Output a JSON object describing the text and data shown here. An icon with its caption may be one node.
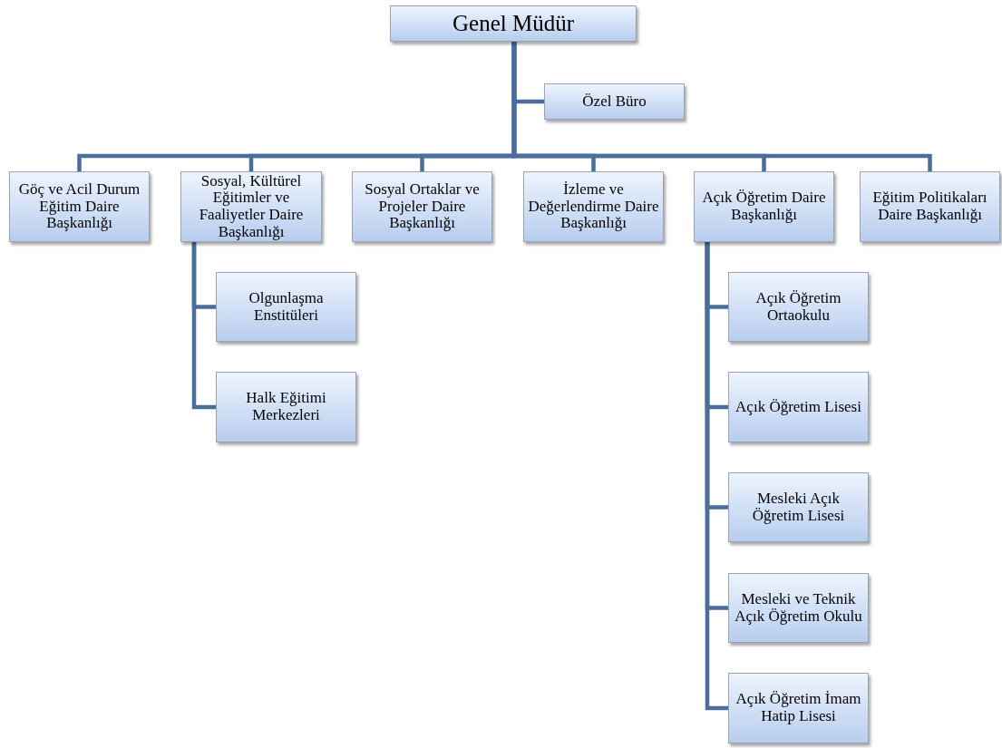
{
  "diagram": {
    "nodes": [
      {
        "text": [
          "Genel Müdür"
        ]
      },
      {
        "text": [
          "Özel Büro"
        ]
      },
      {
        "text": [
          "Göç ve Acil Durum Eğitim Daire Başkanlığı"
        ]
      },
      {
        "text": [
          "Sosyal, Kültürel Eğitimler ve Faaliyetler Daire Başkanlığı"
        ]
      },
      {
        "text": [
          "Sosyal Ortaklar ve Projeler Daire Başkanlığı"
        ]
      },
      {
        "text": [
          "İzleme ve Değerlendirme Daire Başkanlığı"
        ]
      },
      {
        "text": [
          "Açık Öğretim Daire Başkanlığı"
        ]
      },
      {
        "text": [
          "Eğitim Politikaları Daire Başkanlığı"
        ]
      },
      {
        "text": [
          "Olgunlaşma Enstitüleri"
        ]
      },
      {
        "text": [
          "Halk Eğitimi Merkezleri"
        ]
      },
      {
        "text": [
          "Açık Öğretim Ortaokulu"
        ]
      },
      {
        "text": [
          "Açık Öğretim Lisesi"
        ]
      },
      {
        "text": [
          "Mesleki Açık Öğretim Lisesi"
        ]
      },
      {
        "text": [
          "Mesleki ve Teknik Açık Öğretim Okulu"
        ]
      },
      {
        "text": [
          "Açık Öğretim İmam Hatip Lisesi"
        ]
      }
    ],
    "edges": [
      {
        "from": 0,
        "to": 1,
        "arrow": "none"
      },
      {
        "from": 0,
        "to": 2,
        "arrow": "none"
      },
      {
        "from": 0,
        "to": 3,
        "arrow": "none"
      },
      {
        "from": 0,
        "to": 4,
        "arrow": "none"
      },
      {
        "from": 0,
        "to": 5,
        "arrow": "none"
      },
      {
        "from": 0,
        "to": 6,
        "arrow": "none"
      },
      {
        "from": 0,
        "to": 7,
        "arrow": "none"
      },
      {
        "from": 3,
        "to": 8,
        "arrow": "none"
      },
      {
        "from": 3,
        "to": 9,
        "arrow": "none"
      },
      {
        "from": 6,
        "to": 10,
        "arrow": "none"
      },
      {
        "from": 6,
        "to": 11,
        "arrow": "none"
      },
      {
        "from": 6,
        "to": 12,
        "arrow": "none"
      },
      {
        "from": 6,
        "to": 13,
        "arrow": "none"
      },
      {
        "from": 6,
        "to": 14,
        "arrow": "none"
      }
    ]
  }
}
